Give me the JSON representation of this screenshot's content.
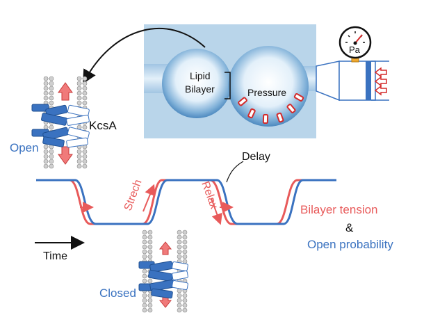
{
  "photo": {
    "lipid_label_line1": "Lipid",
    "lipid_label_line2": "Bilayer",
    "pressure_label": "Pressure"
  },
  "gauge": {
    "unit": "Pa"
  },
  "channel": {
    "name": "KcsA",
    "open_label": "Open",
    "closed_label": "Closed"
  },
  "plot": {
    "delay_label": "Delay",
    "stretch_label": "Strech",
    "relax_label": "Relax",
    "time_label": "Time",
    "legend_tension": "Bilayer tension",
    "legend_amp": "&",
    "legend_open": "Open probability"
  },
  "colors": {
    "blue": "#3a72c0",
    "red": "#e85a5a",
    "photo_bg": "#b8d4ea",
    "gray": "#9a9a9a"
  }
}
